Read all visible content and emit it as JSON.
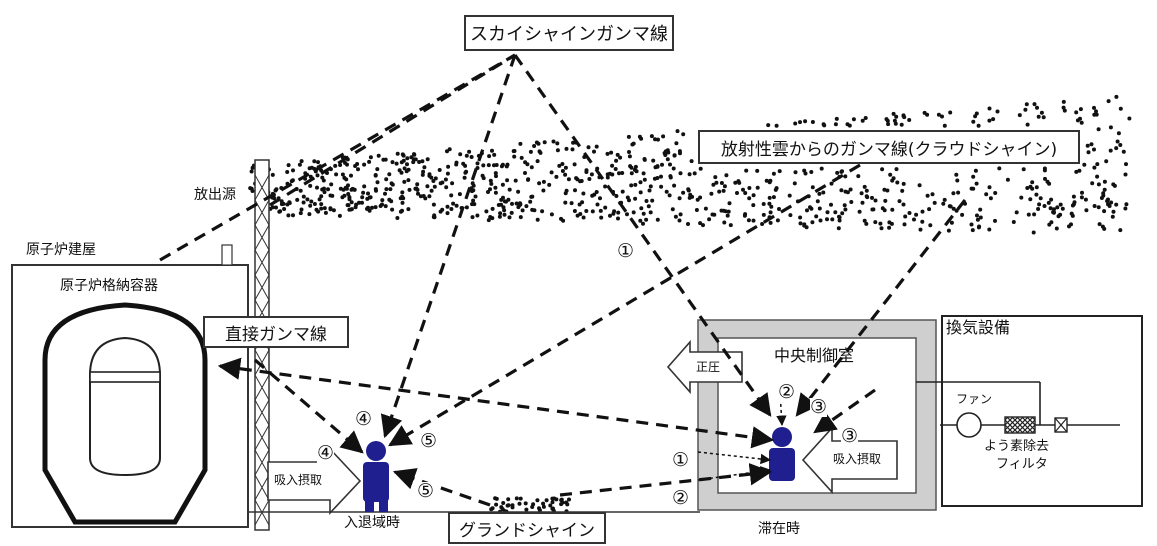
{
  "labels": {
    "sky_shine": "スカイシャインガンマ線",
    "cloud_shine": "放射性雲からのガンマ線(クラウドシャイン)",
    "release_source": "放出源",
    "reactor_building": "原子炉建屋",
    "containment_vessel": "原子炉格納容器",
    "direct_gamma": "直接ガンマ線",
    "central_control_room": "中央制御室",
    "ventilation": "換気設備",
    "positive_pressure": "正圧",
    "fan": "ファン",
    "iodine_filter_line1": "よう素除去",
    "iodine_filter_line2": "フィルタ",
    "inhalation_left": "吸入摂取",
    "inhalation_right": "吸入摂取",
    "entry_exit": "入退域時",
    "stay": "滞在時",
    "ground_shine": "グランドシャイン"
  },
  "route_markers": {
    "m1_sky": "①",
    "m4_top": "④",
    "m4_left": "④",
    "m5_right": "⑤",
    "m5_bottom": "⑤",
    "m2_room": "②",
    "m3_room_a": "③",
    "m3_room_b": "③",
    "m1_outside": "①",
    "m2_outside": "②"
  },
  "colors": {
    "person": "#1f1f8f",
    "room_wall": "#cfcfcf",
    "dots": "#111111",
    "lines": "#111111"
  }
}
